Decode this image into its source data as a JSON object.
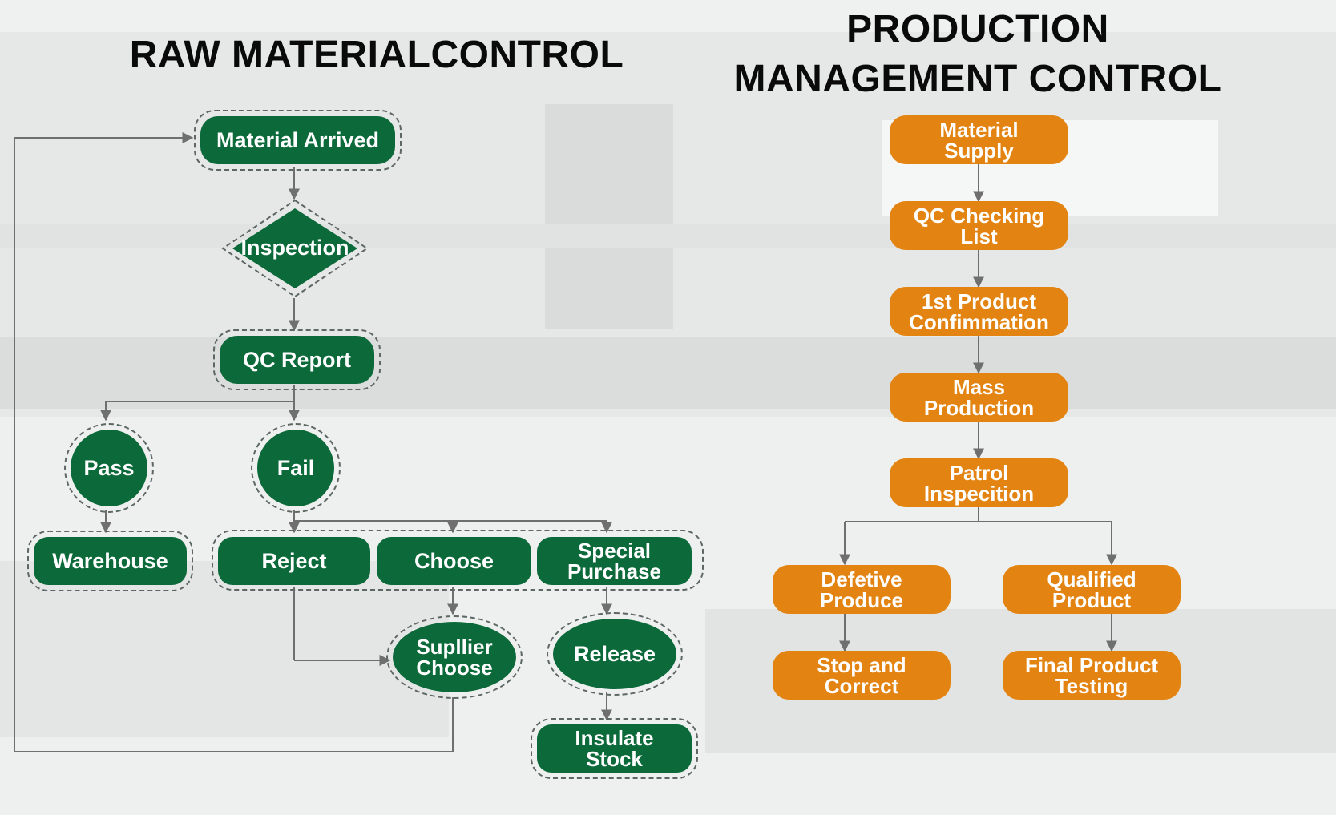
{
  "titles": {
    "left": "RAW MATERIALCONTROL",
    "right_line1": "PRODUCTION",
    "right_line2": "MANAGEMENT CONTROL"
  },
  "colors": {
    "green_node": "#0c6a3a",
    "orange_node": "#e38412",
    "connector": "#6f6f6f",
    "dashed_outline": "#5d6763"
  },
  "raw_material": {
    "material_arrived": "Material Arrived",
    "inspection": "Inspection",
    "qc_report": "QC Report",
    "pass": "Pass",
    "fail": "Fail",
    "warehouse": "Warehouse",
    "reject": "Reject",
    "choose": "Choose",
    "special_purchase_1": "Special",
    "special_purchase_2": "Purchase",
    "supplier_choose_1": "Supllier",
    "supplier_choose_2": "Choose",
    "release": "Release",
    "insulate_stock_1": "Insulate",
    "insulate_stock_2": "Stock"
  },
  "production": {
    "material_supply_1": "Material",
    "material_supply_2": "Supply",
    "qc_checking_1": "QC Checking",
    "qc_checking_2": "List",
    "first_product_1": "1st Product",
    "first_product_2": "Confimmation",
    "mass_production_1": "Mass",
    "mass_production_2": "Production",
    "patrol_1": "Patrol",
    "patrol_2": "Inspecition",
    "defective_1": "Defetive",
    "defective_2": "Produce",
    "qualified_1": "Qualified",
    "qualified_2": "Product",
    "stop_correct_1": "Stop and",
    "stop_correct_2": "Correct",
    "final_testing_1": "Final Product",
    "final_testing_2": "Testing"
  }
}
